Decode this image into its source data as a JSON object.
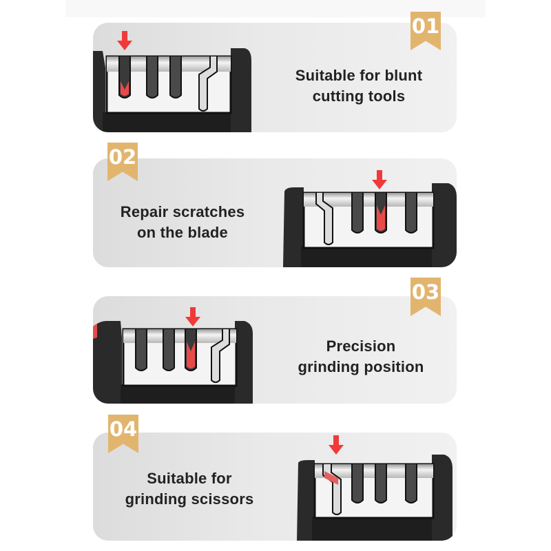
{
  "steps": [
    {
      "number": "01",
      "caption_line1": "Suitable for blunt",
      "caption_line2": "cutting tools",
      "highlighted_slot": 1,
      "image_side": "left"
    },
    {
      "number": "02",
      "caption_line1": "Repair scratches",
      "caption_line2": "on the blade",
      "highlighted_slot": 3,
      "image_side": "right"
    },
    {
      "number": "03",
      "caption_line1": "Precision",
      "caption_line2": "grinding position",
      "highlighted_slot": 3,
      "image_side": "left"
    },
    {
      "number": "04",
      "caption_line1": "Suitable for",
      "caption_line2": "grinding scissors",
      "highlighted_slot": 1,
      "image_side": "right"
    }
  ],
  "colors": {
    "badge": "#e2b56f",
    "arrow": "#f03a3a",
    "text": "#222222",
    "card_bg": "#e6e6e6",
    "handle": "#1c1c1c"
  }
}
